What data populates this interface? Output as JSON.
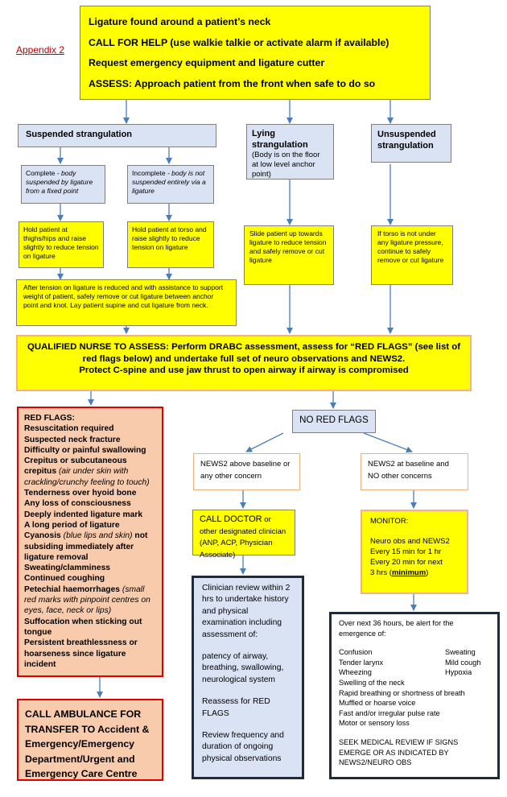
{
  "appendix": "Appendix 2",
  "header": {
    "lines": [
      "Ligature found around a patient’s neck",
      "CALL FOR HELP (use walkie talkie or activate alarm if available)",
      "Request emergency equipment and ligature cutter",
      "ASSESS: Approach patient from the front when safe to do so"
    ]
  },
  "suspended": {
    "title": "Suspended strangulation",
    "complete": {
      "lead": "Complete",
      "rest": " - body suspended by ligature from a fixed point"
    },
    "incomplete": {
      "lead": "Incomplete",
      "rest": " - body is not suspended entirely via a ligature"
    },
    "complete_action": "Hold patient at thighs/hips and raise slightly to reduce tension on ligature",
    "incomplete_action": "Hold patient at torso and raise slightly to reduce tension on ligature",
    "after_tension": "After tension on ligature is reduced and with assistance to support weight of patient, safely remove or cut ligature between anchor point and knot. Lay patient supine and cut ligature from neck."
  },
  "lying": {
    "title": "Lying strangulation",
    "subtitle": "(Body is on the floor at low level anchor point)",
    "action": "Slide patient up towards ligature to reduce tension and safely remove or cut ligature"
  },
  "unsuspended": {
    "title": "Unsuspended strangulation",
    "action": "If torso is not under any ligature pressure, continue to safely remove or cut ligature"
  },
  "qualified_nurse": {
    "line1": "QUALIFIED NURSE TO ASSESS: Perform DRABC assessment, assess for “RED FLAGS” (see list of red flags below) and undertake full set of neuro observations and NEWS2.",
    "line2": "Protect C-spine and use jaw thrust to open airway if airway is compromised"
  },
  "red_flags": {
    "title": "RED FLAGS:",
    "items": [
      {
        "text": "Resuscitation required",
        "note": ""
      },
      {
        "text": "Suspected neck fracture",
        "note": ""
      },
      {
        "text": "Difficulty or painful swallowing",
        "note": ""
      },
      {
        "text": "Crepitus or subcutaneous crepitus",
        "note": "(air under skin with crackling/crunchy feeling to touch)"
      },
      {
        "text": "Tenderness over hyoid bone",
        "note": ""
      },
      {
        "text": "Any loss of consciousness",
        "note": ""
      },
      {
        "text": "Deeply indented ligature mark",
        "note": ""
      },
      {
        "text": "A long period of ligature",
        "note": ""
      },
      {
        "text": "Cyanosis",
        "note": "(blue lips and skin)",
        "tail": "not subsiding immediately after ligature removal"
      },
      {
        "text": "Sweating/clamminess",
        "note": ""
      },
      {
        "text": "Continued coughing",
        "note": ""
      },
      {
        "text": "Petechial haemorrhages",
        "note": "(small red marks with pinpoint centres on eyes, face, neck or lips)"
      },
      {
        "text": "Suffocation when sticking out tongue",
        "note": ""
      },
      {
        "text": "Persistent breathlessness or hoarseness since ligature incident",
        "note": ""
      }
    ]
  },
  "ambulance": "CALL AMBULANCE FOR TRANSFER TO Accident & Emergency/Emergency Department/Urgent and Emergency Care Centre",
  "no_red_flags": "NO RED FLAGS",
  "news2_above": "NEWS2 above baseline or any other concern",
  "news2_baseline": "NEWS2 at baseline and NO other concerns",
  "call_doctor": {
    "lead": "CALL DOCTOR",
    "rest": " or other designated clinician (ANP, ACP, Physician Associate)"
  },
  "monitor": {
    "title": "MONITOR:",
    "lines": [
      "Neuro obs and NEWS2",
      "Every 15 min for 1 hr",
      "Every 20 min for next"
    ],
    "last_prefix": "3 hrs (",
    "last_emph": "minimum",
    "last_suffix": ")"
  },
  "clinician_review": {
    "intro": "Clinician review within 2 hrs to undertake history and physical examination including assessment of:",
    "assess": "patency of airway, breathing, swallowing, neurological system",
    "reassess": "Reassess for RED FLAGS",
    "review": "Review frequency and duration of ongoing physical observations"
  },
  "over_36": {
    "intro": "Over next 36 hours, be alert for the emergence of:",
    "pairs": [
      [
        "Confusion",
        "Sweating"
      ],
      [
        "Tender larynx",
        "Mild cough"
      ],
      [
        "Wheezing",
        "Hypoxia"
      ]
    ],
    "lines": [
      "Swelling of the neck",
      "Rapid breathing or shortness of breath",
      "Muffled or hoarse voice",
      "Fast and/or irregular pulse rate",
      "Motor or sensory loss"
    ],
    "footer": "SEEK MEDICAL REVIEW IF SIGNS EMERGE OR AS INDICATED BY NEWS2/NEURO OBS"
  },
  "colors": {
    "yellow": "#ffff00",
    "light_blue": "#dae3f3",
    "red_flag_fill": "#f8cbad",
    "red_border": "#e00000",
    "orange_border": "#f4b183",
    "arrow": "#4a7ebb",
    "dark_border": "#1f2a3a"
  }
}
